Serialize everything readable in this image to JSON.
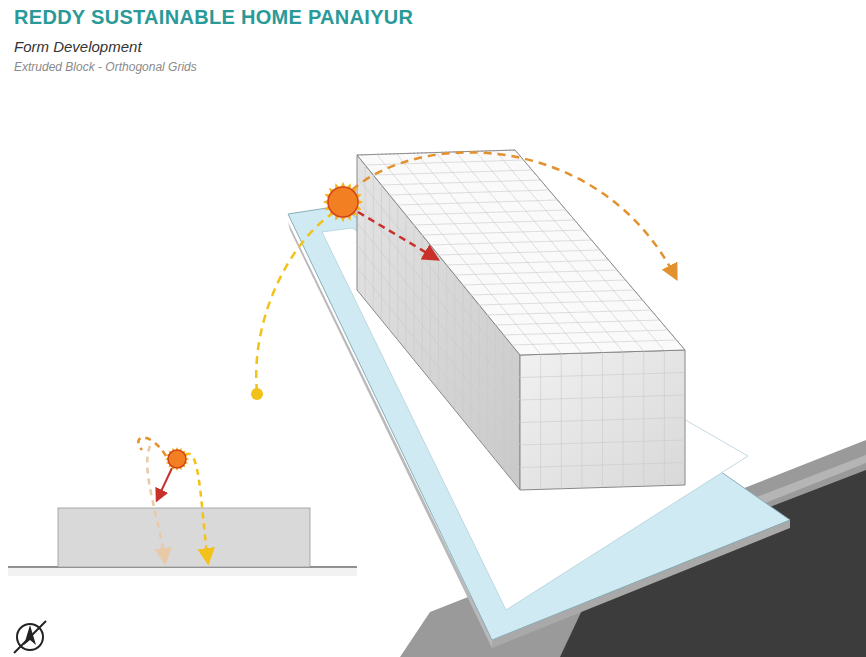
{
  "diagram": {
    "title": "REDDY SUSTAINABLE HOME PANAIYUR",
    "labels": [
      "Form Development",
      "Extruded Block - Orthogonal Grids"
    ]
  }
}
